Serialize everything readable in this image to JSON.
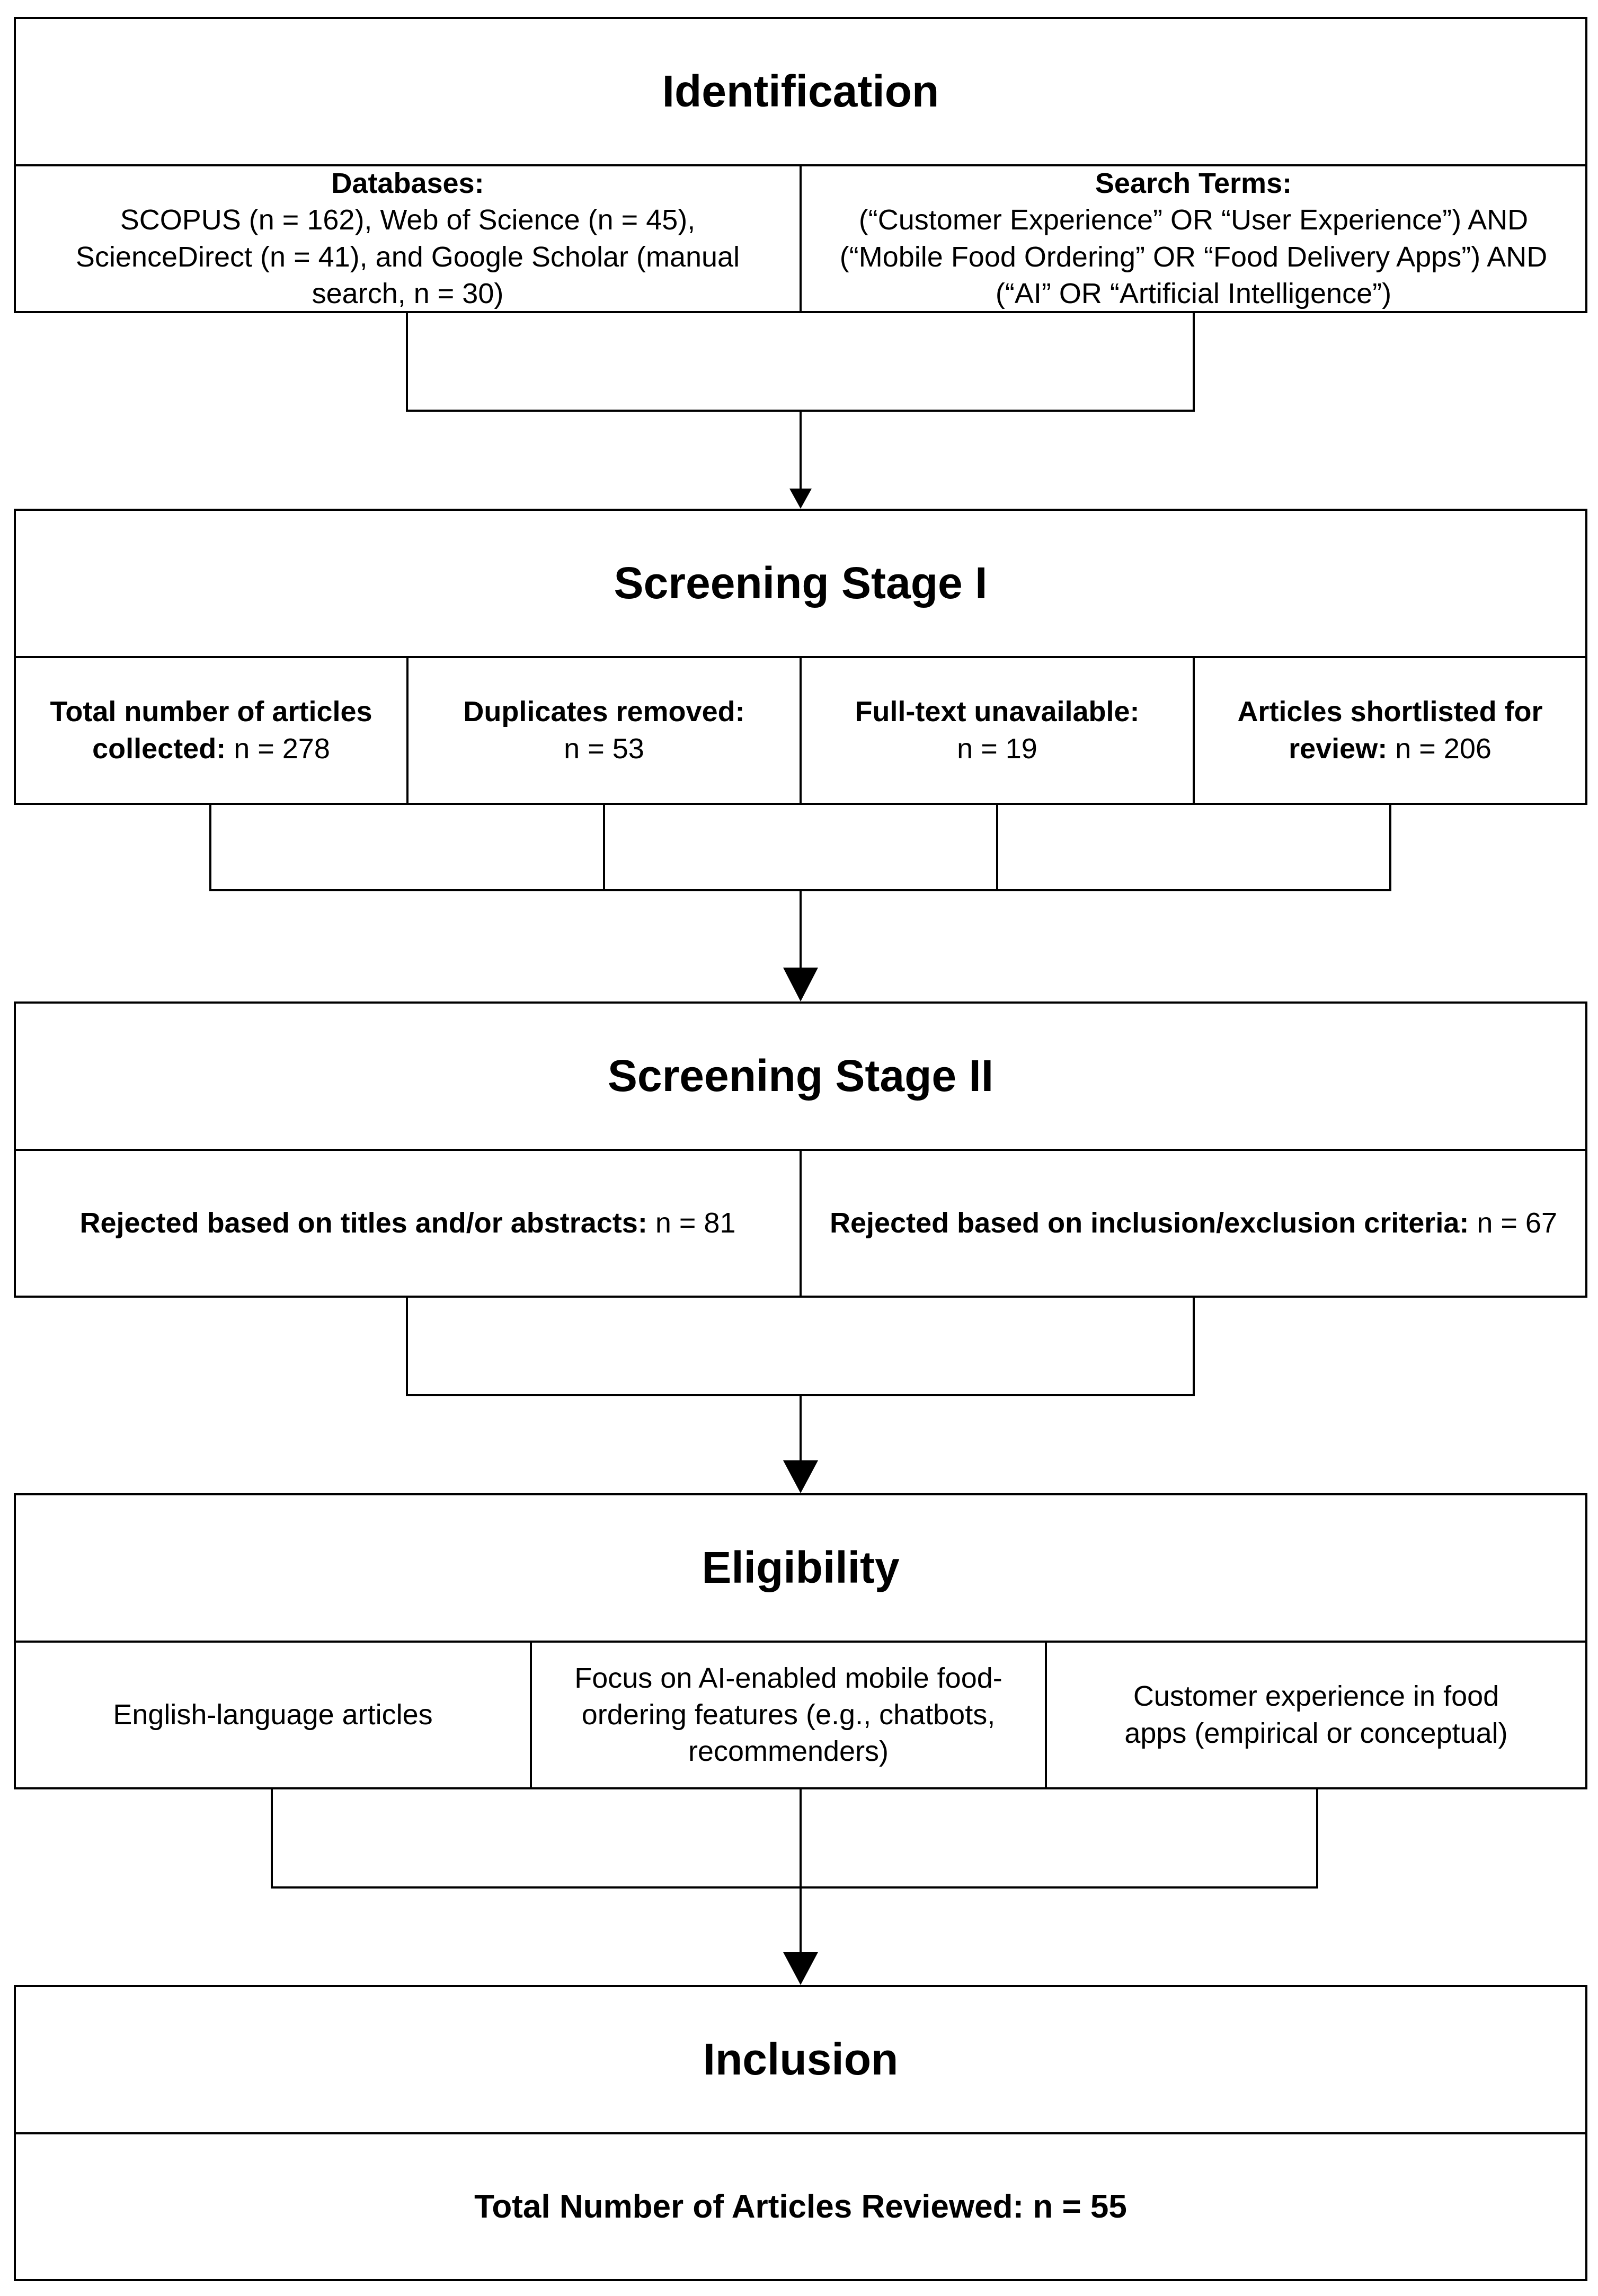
{
  "identification": {
    "title": "Identification",
    "databases_label": "Databases:",
    "databases_text": "SCOPUS (n = 162), Web of Science (n = 45), ScienceDirect (n = 41), and Google Scholar (manual search, n = 30)",
    "search_label": "Search Terms:",
    "search_line1": "(“Customer Experience” OR “User Experience”) AND",
    "search_line2": "(“Mobile Food Ordering” OR “Food Delivery Apps”) AND",
    "search_line3": "(“AI” OR “Artificial Intelligence”)"
  },
  "screening1": {
    "title": "Screening Stage I",
    "cells": [
      {
        "label": "Total number of articles collected:",
        "value": "n = 278"
      },
      {
        "label": "Duplicates removed:",
        "value": "n = 53"
      },
      {
        "label": "Full-text unavailable:",
        "value": "n = 19"
      },
      {
        "label": "Articles shortlisted for review:",
        "value": "n = 206"
      }
    ]
  },
  "screening2": {
    "title": "Screening Stage II",
    "cells": [
      {
        "label": "Rejected based on titles and/or abstracts:",
        "value": "n = 81"
      },
      {
        "label": "Rejected based on inclusion/exclusion criteria:",
        "value": "n = 67"
      }
    ]
  },
  "eligibility": {
    "title": "Eligibility",
    "cells": [
      "English-language articles",
      "Focus on AI-enabled mobile food-ordering features (e.g., chatbots, recommenders)",
      "Customer experience in food apps (empirical or conceptual)"
    ]
  },
  "inclusion": {
    "title": "Inclusion",
    "final_text": "Total Number of Articles Reviewed: n = 55"
  }
}
